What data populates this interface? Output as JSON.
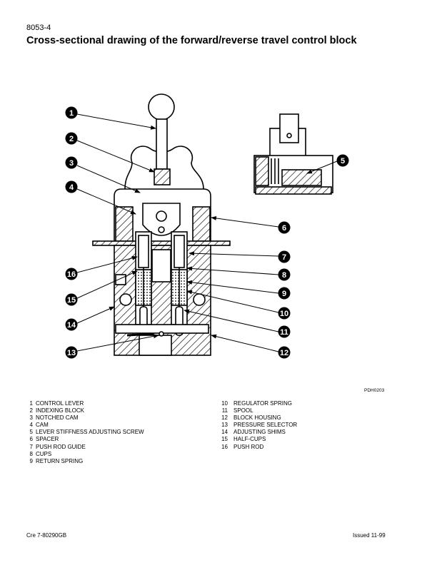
{
  "header": {
    "doc_number": "8053-4",
    "title": "Cross-sectional drawing of the forward/reverse travel control block"
  },
  "figure": {
    "code": "PDH0203",
    "callouts": [
      "1",
      "2",
      "3",
      "4",
      "5",
      "6",
      "7",
      "8",
      "9",
      "10",
      "11",
      "12",
      "13",
      "14",
      "15",
      "16"
    ]
  },
  "legend": {
    "left": [
      {
        "num": "1",
        "label": "CONTROL LEVER"
      },
      {
        "num": "2",
        "label": "INDEXING BLOCK"
      },
      {
        "num": "3",
        "label": "NOTCHED CAM"
      },
      {
        "num": "4",
        "label": "CAM"
      },
      {
        "num": "5",
        "label": "LEVER STIFFNESS ADJUSTING SCREW"
      },
      {
        "num": "6",
        "label": "SPACER"
      },
      {
        "num": "7",
        "label": "PUSH ROD GUIDE"
      },
      {
        "num": "8",
        "label": "CUPS"
      },
      {
        "num": "9",
        "label": "RETURN SPRING"
      }
    ],
    "right": [
      {
        "num": "10",
        "label": "REGULATOR SPRING"
      },
      {
        "num": "11",
        "label": "SPOOL"
      },
      {
        "num": "12",
        "label": "BLOCK HOUSING"
      },
      {
        "num": "13",
        "label": "PRESSURE SELECTOR"
      },
      {
        "num": "14",
        "label": "ADJUSTING SHIMS"
      },
      {
        "num": "15",
        "label": "HALF-CUPS"
      },
      {
        "num": "16",
        "label": "PUSH ROD"
      }
    ]
  },
  "footer": {
    "left": "Cre  7-80290GB",
    "right": "Issued 11-99"
  }
}
